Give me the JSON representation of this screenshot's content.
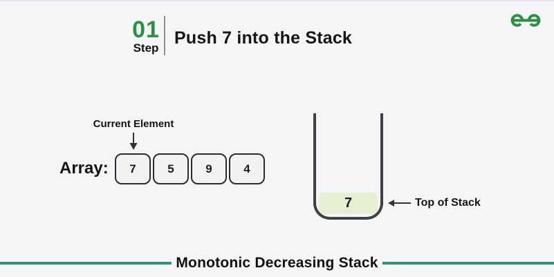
{
  "header": {
    "step_number": "01",
    "step_label": "Step",
    "title": "Push 7 into the Stack",
    "logo_icon": "geeksforgeeks-logo"
  },
  "diagram": {
    "current_element_label": "Current Element",
    "current_element_arrow_icon": "down-arrow-icon",
    "array_label": "Array:",
    "array_values": [
      "7",
      "5",
      "9",
      "4"
    ],
    "stack_values": [
      "7"
    ],
    "top_of_stack_arrow_icon": "left-arrow-icon",
    "top_of_stack_label": "Top of Stack"
  },
  "footer": {
    "caption": "Monotonic Decreasing Stack"
  },
  "colors": {
    "accent_green": "#2f8d46",
    "footer_line_green": "#2e9475",
    "stack_cell_green": "#e4efd3",
    "array_cell_bg": "#f1f2f2",
    "stack_outline": "#3f4245",
    "background": "#f4f5f6"
  }
}
